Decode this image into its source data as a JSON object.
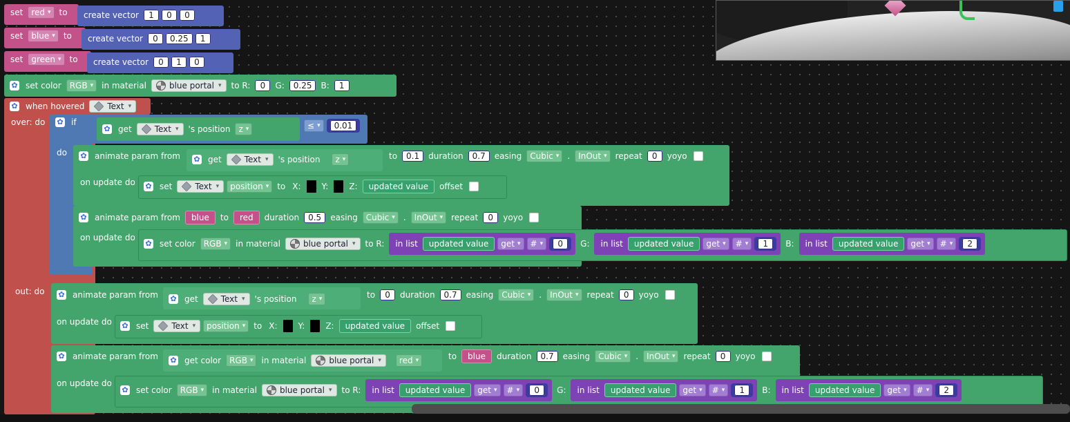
{
  "blocks": {
    "set": "set",
    "to": "to",
    "create_vector": "create vector",
    "set_color": "set color",
    "in_material": "in material",
    "to_r": "to R:",
    "g": "G:",
    "b": "B:",
    "when_hovered": "when hovered",
    "over_do": "over: do",
    "out_do": "out: do",
    "if": "if",
    "do": "do",
    "get": "get",
    "s_position": "'s position",
    "animate_param_from": "animate param from",
    "duration": "duration",
    "easing": "easing",
    "repeat": "repeat",
    "yoyo": "yoyo",
    "on_update_do": "on update do",
    "x": "X:",
    "y": "Y:",
    "z": "Z:",
    "offset": "offset",
    "in_list": "in list",
    "updated_value": "updated value",
    "hash": "#",
    "get_color": "get color",
    "position": "position",
    "rgb": "RGB",
    "blue_portal": "blue portal",
    "text": "Text",
    "cubic": "Cubic",
    "inout": "InOut",
    "zaxis": "z",
    "lte": "≤",
    "dot": ".",
    "red": "red",
    "blue": "blue",
    "green": "green"
  },
  "values": {
    "red_vec": [
      "1",
      "0",
      "0"
    ],
    "blue_vec": [
      "0",
      "0.25",
      "1"
    ],
    "green_vec": [
      "0",
      "1",
      "0"
    ],
    "color_rgb": [
      "0",
      "0.25",
      "1"
    ],
    "threshold": "0.01",
    "anim1_to": "0.1",
    "anim1_duration": "0.7",
    "anim1_repeat": "0",
    "anim2_duration": "0.5",
    "anim2_repeat": "0",
    "anim3_from": "0",
    "anim3_duration": "0.7",
    "anim3_repeat": "0",
    "anim4_duration": "0.7",
    "anim4_repeat": "0",
    "idx": [
      "0",
      "1",
      "2"
    ]
  },
  "colors": {
    "workspace": "#151515",
    "set_block": "#c3518a",
    "vector_block": "#5462b5",
    "action_block": "#43a56c",
    "event_block": "#c0504c",
    "logic_block": "#4f79b3",
    "list_block": "#7d43b4"
  }
}
